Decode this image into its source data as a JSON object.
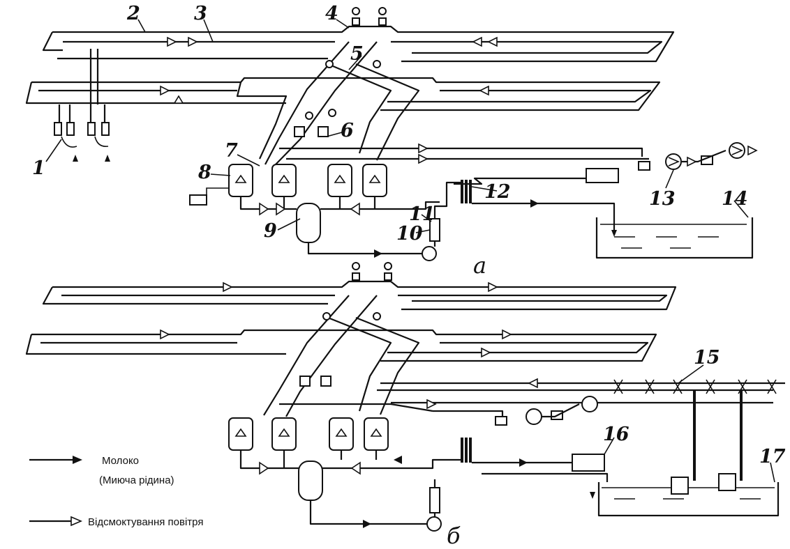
{
  "callouts": [
    "1",
    "2",
    "3",
    "4",
    "5",
    "6",
    "7",
    "8",
    "9",
    "10",
    "11",
    "12",
    "13",
    "14",
    "15",
    "16",
    "17"
  ],
  "subfigures": {
    "a": "а",
    "b": "б"
  },
  "legend": {
    "milk_line1": "Молоко",
    "milk_line2": "(Миюча рідина)",
    "air": "Відсмоктування повітря"
  }
}
